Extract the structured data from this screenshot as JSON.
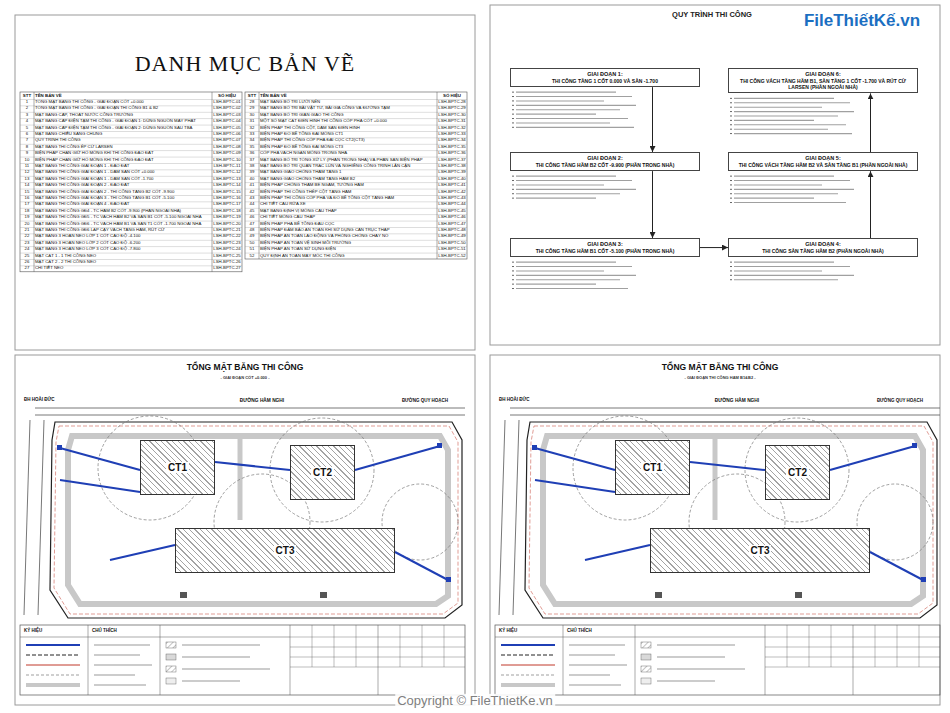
{
  "diagram": {
    "title": "DANH MỤC BẢN VẼ",
    "nodes": [
      {
        "text": [
          "GIAI ĐOẠN 1:",
          "THI CÔNG TẦNG 1 CỐT 0.000 VÀ SÀN -1.700"
        ]
      },
      {
        "text": [
          "GIAI ĐOẠN 6:",
          "THI CÔNG VÁCH TẦNG HẦM B1, SÀN TẦNG 1 CỐT -1.700 VÀ RÚT CỪ LARSEN (PHẦN NGOÀI NHÀ)"
        ]
      },
      {
        "text": [
          "GIAI ĐOẠN 2:",
          "THI CÔNG TẦNG HẦM B2 CỐT -9.900 (PHẦN TRONG NHÀ)"
        ]
      },
      {
        "text": [
          "GIAI ĐOẠN 5:",
          "THI CÔNG VÁCH TẦNG HẦM B2 VÀ SÀN TẦNG B1 (PHẦN NGOÀI NHÀ)"
        ]
      },
      {
        "text": [
          "GIAI ĐOẠN 3:",
          "THI CÔNG TẦNG HẦM B1 CỐT -5.100 (PHẦN TRONG NHÀ)"
        ]
      },
      {
        "text": [
          "GIAI ĐOẠN 4:",
          "THI CÔNG SÀN TẦNG HẦM B2 (PHẦN NGOÀI NHÀ)"
        ]
      },
      {
        "text": [
          "CT1"
        ]
      },
      {
        "text": [
          "CT2"
        ]
      },
      {
        "text": [
          "CT3"
        ]
      },
      {
        "text": [
          "CT1"
        ]
      },
      {
        "text": [
          "CT2"
        ]
      },
      {
        "text": [
          "CT3"
        ]
      }
    ],
    "edges": [
      {
        "from": 0,
        "to": 2,
        "arrow": "to"
      },
      {
        "from": 2,
        "to": 4,
        "arrow": "to"
      },
      {
        "from": 4,
        "to": 5,
        "arrow": "to"
      },
      {
        "from": 5,
        "to": 3,
        "arrow": "to"
      },
      {
        "from": 3,
        "to": 1,
        "arrow": "to"
      }
    ],
    "labels": [
      "STT",
      "TÊN BẢN VẼ",
      "SỐ HIỆU",
      "STT",
      "TÊN BẢN VẼ",
      "SỐ HIỆU",
      "1",
      "TỔNG MẶT BẰNG THI CÔNG - GIAI ĐOẠN CỐT +0.000",
      "LSH-BPTC-01",
      "2",
      "TỔNG MẶT BẰNG THI CÔNG - GIAI ĐOẠN THI CÔNG B1 & B2",
      "LSH-BPTC-02",
      "3",
      "MẶT BẰNG CẤP, THOÁT NƯỚC CÔNG TRƯỜNG",
      "LSH-BPTC-03",
      "4",
      "MẶT BẰNG CẤP ĐIỆN TẠM THI CÔNG - GIAI ĐOẠN 1: DÙNG NGUỒN MÁY PHÁT",
      "LSH-BPTC-04",
      "5",
      "MẶT BẰNG CẤP ĐIỆN TẠM THI CÔNG - GIAI ĐOẠN 2: DÙNG NGUỒN SAU TBA",
      "LSH-BPTC-05",
      "6",
      "MẶT BẰNG CHIẾU SÁNG CHUNG",
      "LSH-BPTC-06",
      "7",
      "QUY TRÌNH THI CÔNG",
      "LSH-BPTC-07",
      "8",
      "MẶT BẰNG THI CÔNG ÉP CỪ LARSEN",
      "LSH-BPTC-08",
      "9",
      "BIỆN PHÁP CHẮN GIỮ HỐ MÓNG KHI THI CÔNG ĐÀO ĐẤT",
      "LSH-BPTC-09",
      "10",
      "BIỆN PHÁP CHẮN GIỮ HỐ MÓNG KHI THI CÔNG ĐÀO ĐẤT",
      "LSH-BPTC-10",
      "11",
      "MẶT BẰNG THI CÔNG GIAI ĐOẠN 1 - ĐÀO ĐẤT",
      "LSH-BPTC-11",
      "12",
      "MẶT BẰNG THI CÔNG GIAI ĐOẠN 1 - DẦM SÀN CỐT +0.000",
      "LSH-BPTC-12",
      "13",
      "MẶT BẰNG THI CÔNG GIAI ĐOẠN 1 - DẦM SÀN CỐT -1.700",
      "LSH-BPTC-13",
      "14",
      "MẶT BẰNG THI CÔNG GIAI ĐOẠN 2 - ĐÀO ĐẤT",
      "LSH-BPTC-14",
      "15",
      "MẶT BẰNG THI CÔNG GIAI ĐOẠN 2 - THI CÔNG TẦNG B2 CỐT -9.900",
      "LSH-BPTC-15",
      "16",
      "MẶT BẰNG THI CÔNG GIAI ĐOẠN 3 - THI CÔNG TẦNG B1 CỐT -5.100",
      "LSH-BPTC-16",
      "17",
      "MẶT BẰNG THI CÔNG GIAI ĐOẠN 4 - ĐÀO ĐẤT",
      "LSH-BPTC-17",
      "18",
      "MẶT BẰNG THI CÔNG GĐ4 - TC HẦM B2 CỐT -9.900 (PHẦN NGOÀI NHÀ)",
      "LSH-BPTC-18",
      "19",
      "MẶT BẰNG THI CÔNG GĐ5 - TC VÁCH HẦM B2 VÀ SÀN B1 CỐT -5.100 NGOÀI NHÀ",
      "LSH-BPTC-19",
      "20",
      "MẶT BẰNG THI CÔNG GĐ6 - TC VÁCH HẦM B1 VÀ SÀN T1 CỐT -1.700 NGOÀI NHÀ",
      "LSH-BPTC-20",
      "21",
      "MẶT BẰNG THI CÔNG GĐ6 LẮP CẠY VÁCH TẦNG HẦM, RÚT CỪ",
      "LSH-BPTC-21",
      "22",
      "MẶT BẰNG 3 HOÀN NEO LỚP 1 CỐT CAO ĐỘ -4.100",
      "LSH-BPTC-22",
      "23",
      "MẶT BẰNG 3 HOÀN NEO LỚP 2 CỐT CAO ĐỘ -6.200",
      "LSH-BPTC-23",
      "24",
      "MẶT BẰNG 3 HOÀN NEO LỚP 3 CỐT CAO ĐỘ -7.800",
      "LSH-BPTC-24",
      "25",
      "MẶT CẮT 1 - 1 THI CÔNG NEO",
      "LSH-BPTC-25",
      "26",
      "MẶT CẮT 2 - 2 THI CÔNG NEO",
      "LSH-BPTC-26",
      "27",
      "CHI TIẾT NEO",
      "LSH-BPTC-27",
      "28",
      "MẶT BẰNG BỐ TRÍ LƯỚI NÉN",
      "LSH-BPTC-28",
      "29",
      "MẶT BẰNG BỐ TRÍ BÃI VẬT TƯ, BÃI GIA CÔNG VÀ ĐƯỜNG TẠM",
      "LSH-BPTC-29",
      "30",
      "MẶT BẰNG BỐ TRÍ GIÀN GIÁO THI CÔNG",
      "LSH-BPTC-30",
      "31",
      "MỘT SỐ MẶT CẮT ĐIỂN HÌNH THI CÔNG CỐP PHA CỐT +0.000",
      "LSH-BPTC-31",
      "32",
      "BIỆN PHÁP THI CÔNG CỘT, DẦM SÀN ĐIỂN HÌNH",
      "LSH-BPTC-32",
      "33",
      "BIỆN PHÁP ĐỔ BÊ TÔNG ĐÀI MÓNG CT1",
      "LSH-BPTC-33",
      "34",
      "BIỆN PHÁP THI CÔNG CỐP PHA ĐÀI CỌC CT2(CT3)",
      "LSH-BPTC-34",
      "35",
      "BIỆN PHÁP ĐỔ BÊ TÔNG ĐÀI MÓNG CT3",
      "LSH-BPTC-35",
      "36",
      "CỐP PHA VÁCH NGĂN MÓNG TRONG NHÀ",
      "LSH-BPTC-36",
      "37",
      "MẶT BẰNG BỐ TRÍ TỔNG XỬ LÝ (PHẦN TRONG NHÀ) VÀ PHẦN SÀN BIỆN PHÁP",
      "LSH-BPTC-37",
      "38",
      "MẶT BẰNG BỐ TRÍ QUAN TRẮC LÚN VÀ NGHIÊNG CÔNG TRÌNH LÂN CẬN",
      "LSH-BPTC-38",
      "39",
      "MẶT BẰNG GIÁO CHỐNG THẤM TẦNG 1",
      "LSH-BPTC-39",
      "40",
      "MẶT BẰNG GIÁO CHỐNG THẤM TẦNG HẦM B2",
      "LSH-BPTC-40",
      "41",
      "BIỆN PHÁP CHỐNG THẤM BỂ NGẦM, TƯỜNG HẦM",
      "LSH-BPTC-41",
      "42",
      "BIỆN PHÁP THI CÔNG THÉP CỘT TẦNG HẦM",
      "LSH-BPTC-42",
      "43",
      "BIỆN PHÁP THI CÔNG CỐP PHA VÀ ĐỔ BÊ TÔNG CỘT TẦNG HẦM",
      "LSH-BPTC-43",
      "44",
      "CHI TIẾT CẦU RỬA XE",
      "LSH-BPTC-44",
      "45",
      "MẶT BẰNG ĐỊNH VỊ MÓNG CẦU THÁP",
      "LSH-BPTC-45",
      "46",
      "CHI TIẾT MÓNG CẦU THÁP",
      "LSH-BPTC-46",
      "47",
      "BIỆN PHÁP PHÁ BÊ TÔNG ĐẦU CỌC",
      "LSH-BPTC-47",
      "48",
      "BIỆN PHÁP ĐẢM BẢO AN TOÀN KHI SỬ DỤNG CẦN TRỤC THÁP",
      "LSH-BPTC-48",
      "49",
      "BIỆN PHÁP AN TOÀN LAO ĐỘNG VÀ PHÒNG CHỐNG CHÁY NỔ",
      "LSH-BPTC-49",
      "50",
      "BIỆN PHÁP AN TOÀN VỆ SINH MÔI TRƯỜNG",
      "LSH-BPTC-50",
      "51",
      "BIỆN PHÁP AN TOÀN SỬ DỤNG ĐIỆN",
      "LSH-BPTC-51",
      "52",
      "QUY ĐỊNH AN TOÀN MÁY MÓC THI CÔNG",
      "LSH-BPTC-52",
      "QUY TRÌNH THI CÔNG",
      "FileThiếtKế.vn",
      "TỔNG MẶT BẰNG THI CÔNG",
      "- GIAI ĐOẠN CỐT +0.000 -",
      "ĐH HOÀI ĐỨC",
      "ĐƯỜNG HÀM NGHI",
      "ĐƯỜNG QUY HOẠCH",
      "KÝ HIỆU",
      "CHÚ THÍCH",
      "TỔNG MẶT BẰNG THI CÔNG",
      "- GIAI ĐOẠN THI CÔNG HẦM B1&B2 -",
      "ĐH HOÀI ĐỨC",
      "ĐƯỜNG HÀM NGHI",
      "ĐƯỜNG QUY HOẠCH",
      "KÝ HIỆU",
      "CHÚ THÍCH",
      "Copyright © FileThietKe.vn"
    ]
  }
}
